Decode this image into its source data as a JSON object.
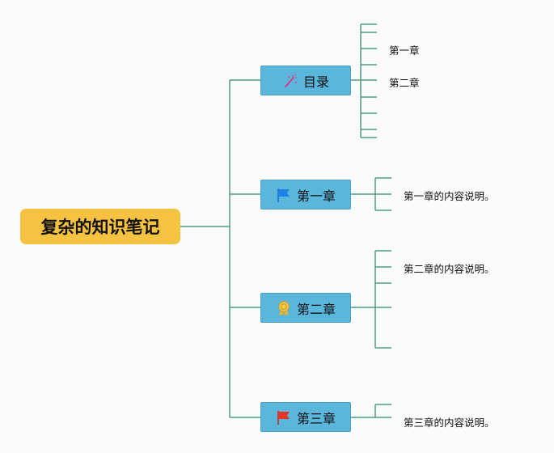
{
  "root": {
    "label": "复杂的知识笔记"
  },
  "branches": [
    {
      "label": "目录",
      "icon": "magic-wand-icon",
      "children": [
        "第一章",
        "第二章"
      ]
    },
    {
      "label": "第一章",
      "icon": "blue-flag-icon",
      "children": [
        "第一章的内容说明。"
      ]
    },
    {
      "label": "第二章",
      "icon": "award-medal-icon",
      "children": [
        "第二章的内容说明。"
      ]
    },
    {
      "label": "第三章",
      "icon": "red-flag-icon",
      "children": [
        "第三章的内容说明。"
      ]
    }
  ],
  "colors": {
    "root_fill": "#f5c242",
    "branch_fill": "#5bb6dc",
    "connector": "#4f9a86"
  }
}
